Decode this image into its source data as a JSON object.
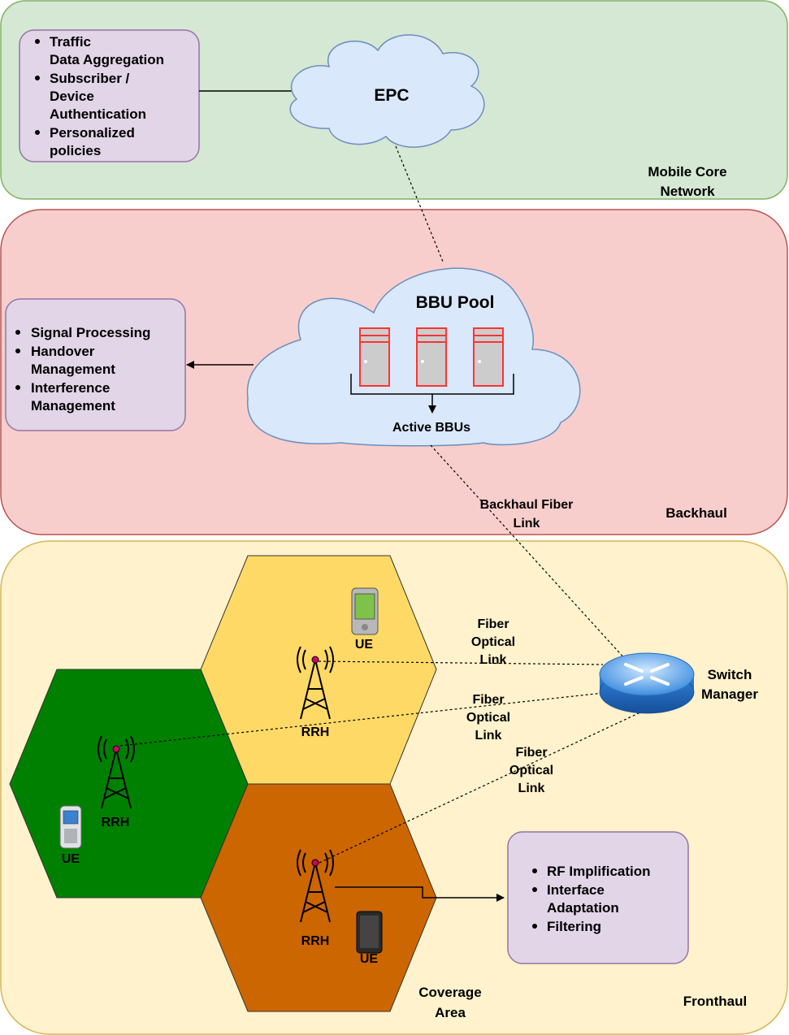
{
  "zones": {
    "core": "Mobile Core Network",
    "backhaul": "Backhaul",
    "fronthaul": "Fronthaul"
  },
  "epc": {
    "label": "EPC",
    "functions": [
      "Traffic Data Aggregation",
      "Subscriber / Device Authentication",
      "Personalized policies"
    ]
  },
  "bbu": {
    "label": "BBU Pool",
    "active_label": "Active BBUs",
    "functions": [
      "Signal Processing",
      "Handover Management",
      "Interference Management"
    ]
  },
  "links": {
    "backhaul": "Backhaul Fiber Link",
    "fiber": "Fiber Optical Link"
  },
  "switch": {
    "label": "Switch Manager"
  },
  "rrh": {
    "label": "RRH",
    "functions": [
      "RF Implification",
      "Interface Adaptation",
      "Filtering"
    ]
  },
  "ue": {
    "label": "UE"
  },
  "coverage": {
    "label": "Coverage Area"
  },
  "colors": {
    "core_bg": "#d5e8d4",
    "core_border": "#82b366",
    "backhaul_bg": "#f8cecc",
    "backhaul_border": "#b85450",
    "fronthaul_bg": "#fff2cc",
    "fronthaul_border": "#d6b656",
    "box_bg": "#e1d5e7",
    "box_border": "#9673a6",
    "cloud_bg": "#dae8fc",
    "cloud_border": "#6c8ebf",
    "hex_yellow": "#ffd966",
    "hex_green": "#008000",
    "hex_orange": "#cc6600",
    "server": "#ff3333"
  },
  "icons": [
    "cloud-icon",
    "server-icon",
    "tower-icon",
    "phone-icon",
    "router-icon"
  ]
}
